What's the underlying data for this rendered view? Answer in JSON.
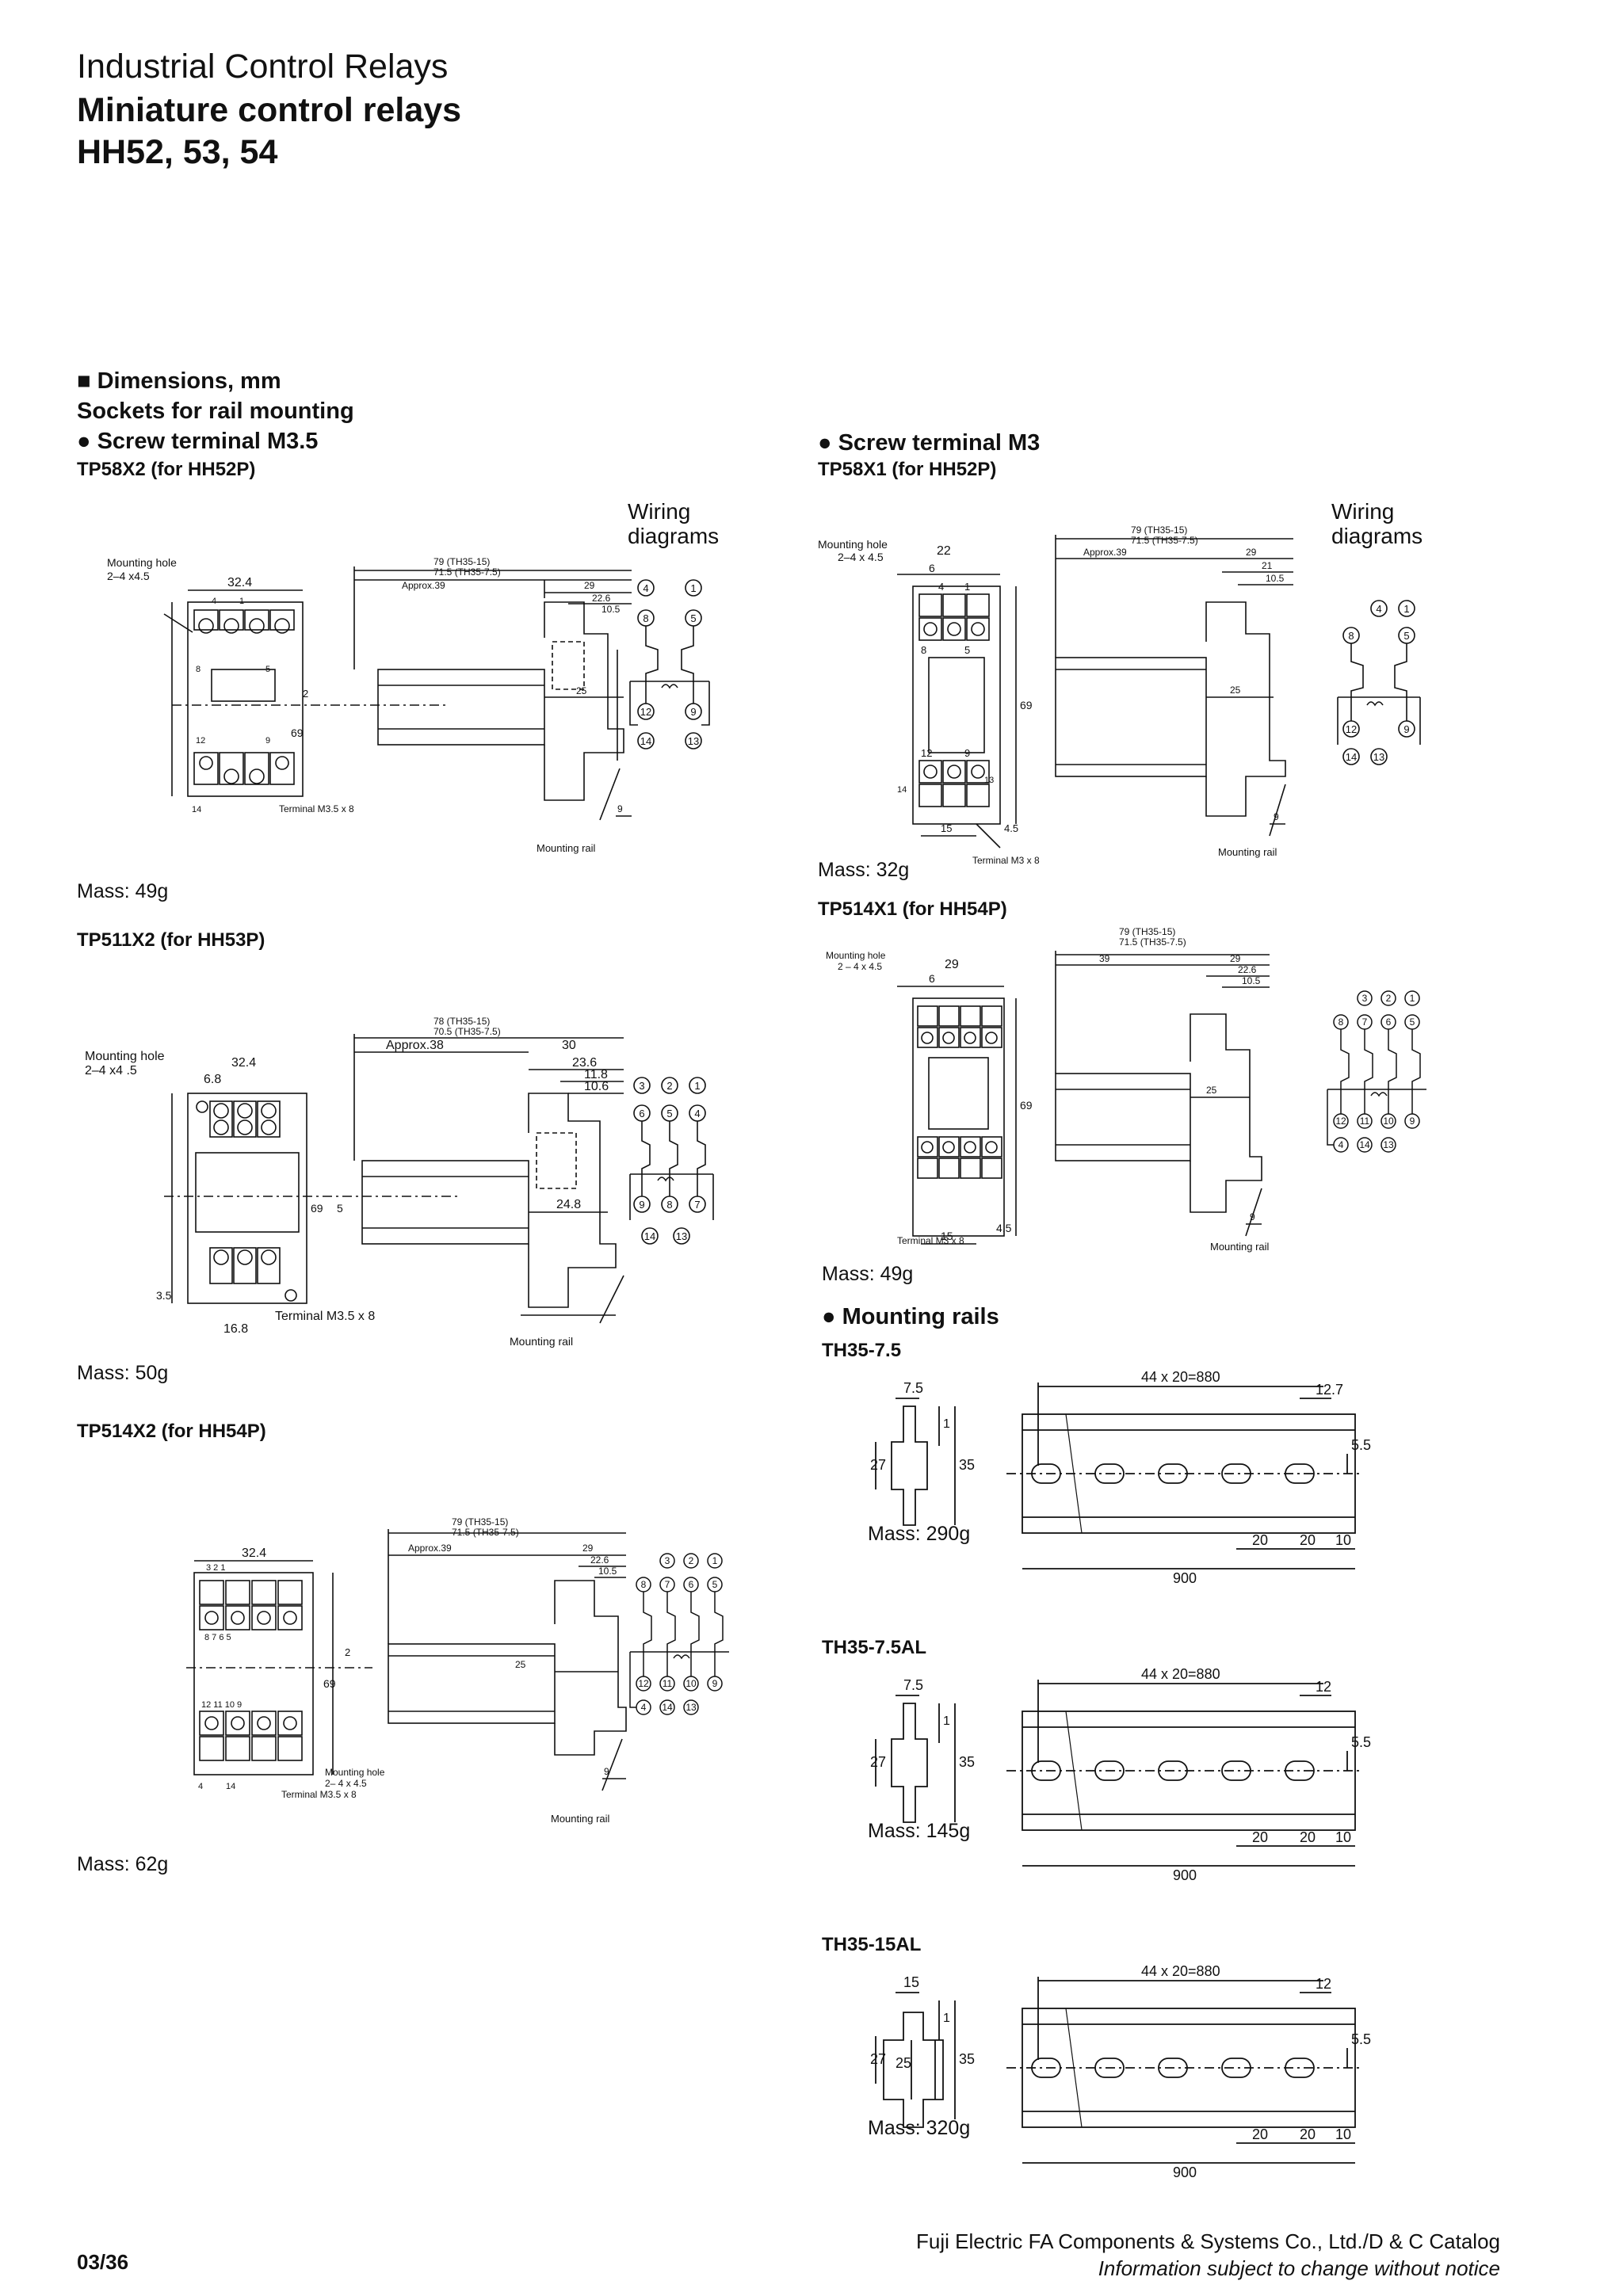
{
  "header": {
    "line1": "Industrial Control Relays",
    "line2": "Miniature control relays",
    "line3": "HH52, 53, 54"
  },
  "section": {
    "title": "■ Dimensions, mm",
    "subtitle": "Sockets for rail mounting"
  },
  "left": {
    "bullet": "● Screw terminal M3.5",
    "p1": {
      "name": "TP58X2 (for HH52P)",
      "mass": "Mass: 49g",
      "labels": {
        "mhole1": "Mounting hole",
        "mhole2": "2–4 x4.5",
        "w": "32.4",
        "top1": "79 (TH35-15)",
        "top2": "71.5 (TH35-7.5)",
        "approx": "Approx.39",
        "d29": "29",
        "d22": "22.6",
        "d10": "10.5",
        "d25": "25",
        "d2": "2",
        "d69": "69",
        "d9": "9",
        "term": "Terminal M3.5 x 8",
        "rail": "Mounting rail",
        "n14": "14",
        "n8": "8",
        "n5": "5",
        "n12": "12",
        "n9": "9",
        "n4": "4",
        "n1": "1"
      }
    },
    "p2": {
      "name": "TP511X2 (for HH53P)",
      "mass": "Mass: 50g",
      "labels": {
        "mhole1": "Mounting hole",
        "mhole2": "2–4 x4 .5",
        "w": "32.4",
        "d68": "6.8",
        "top1": "78 (TH35-15)",
        "top2": "70.5 (TH35-7.5)",
        "approx": "Approx.38",
        "d30": "30",
        "d23": "23.6",
        "d11": "11.8",
        "d106": "10.6",
        "d248": "24.8",
        "d5": "5",
        "d69": "69",
        "d35": "3.5",
        "d168": "16.8",
        "term": "Terminal M3.5 x 8",
        "rail": "Mounting rail"
      }
    },
    "p3": {
      "name": "TP514X2 (for HH54P)",
      "mass": "Mass: 62g",
      "labels": {
        "w": "32.4",
        "top1": "79 (TH35-15)",
        "top2": "71.5 (TH35-7.5)",
        "approx": "Approx.39",
        "d29": "29",
        "d22": "22.6",
        "d10": "10.5",
        "d25": "25",
        "d2": "2",
        "d69": "69",
        "d9": "9",
        "mhole1": "Mounting hole",
        "mhole2": "2– 4 x 4.5",
        "term": "Terminal M3.5 x 8",
        "rail": "Mounting rail",
        "nrow1": "3   2   1",
        "nrow2": "8   7   6   5",
        "nrow3": "12   11   10   9",
        "n4": "4",
        "n14": "14"
      }
    }
  },
  "right": {
    "bullet1": "● Screw terminal M3",
    "p1": {
      "name": "TP58X1 (for HH52P)",
      "mass": "Mass: 32g",
      "labels": {
        "mhole1": "Mounting hole",
        "mhole2": "2–4 x 4.5",
        "w22": "22",
        "d6": "6",
        "n4": "4",
        "n1": "1",
        "n8": "8",
        "n5": "5",
        "n12": "12",
        "n9": "9",
        "n14": "14",
        "n13": "13",
        "d69": "69",
        "d15": "15",
        "d45": "4.5",
        "term": "Terminal M3 x 8",
        "top1": "79 (TH35-15)",
        "top2": "71.5 (TH35-7.5)",
        "approx": "Approx.39",
        "d29": "29",
        "d21": "21",
        "d10": "10.5",
        "d25": "25",
        "d9": "9",
        "rail": "Mounting rail"
      }
    },
    "p2": {
      "name": "TP514X1 (for HH54P)",
      "mass": "Mass: 49g",
      "labels": {
        "mhole1": "Mounting hole",
        "mhole2": "2 – 4 x 4.5",
        "w29": "29",
        "d6": "6",
        "d69": "69",
        "d15": "15",
        "d45": "4.5",
        "term": "Terminal M3 x 8",
        "top1": "79 (TH35-15)",
        "top2": "71.5 (TH35-7.5)",
        "d39": "39",
        "d29": "29",
        "d22": "22.6",
        "d10": "10.5",
        "d25": "25",
        "d9": "9",
        "rail": "Mounting rail"
      }
    },
    "bullet2": "● Mounting rails",
    "rails": [
      {
        "name": "TH35-7.5",
        "mass": "Mass: 290g",
        "d_top": "7.5",
        "d_1": "1",
        "d27": "27",
        "d35": "35",
        "pitch": "44 x 20=880",
        "d_edge": "12.7",
        "d55": "5.5",
        "d20a": "20",
        "d20b": "20",
        "d10": "10",
        "d900": "900",
        "d25": ""
      },
      {
        "name": "TH35-7.5AL",
        "mass": "Mass: 145g",
        "d_top": "7.5",
        "d_1": "1",
        "d27": "27",
        "d35": "35",
        "pitch": "44 x 20=880",
        "d_edge": "12",
        "d55": "5.5",
        "d20a": "20",
        "d20b": "20",
        "d10": "10",
        "d900": "900",
        "d25": ""
      },
      {
        "name": "TH35-15AL",
        "mass": "Mass: 320g",
        "d_top": "15",
        "d_1": "1",
        "d27": "27",
        "d35": "35",
        "pitch": "44 x 20=880",
        "d_edge": "12",
        "d55": "5.5",
        "d20a": "20",
        "d20b": "20",
        "d10": "10",
        "d900": "900",
        "d25": "25"
      }
    ]
  },
  "wiring": {
    "title1": "Wiring",
    "title2": "diagrams"
  },
  "pins": {
    "w8": [
      "4",
      "1",
      "8",
      "5",
      "12",
      "9",
      "14",
      "13"
    ],
    "w11": [
      "3",
      "2",
      "1",
      "6",
      "5",
      "4",
      "9",
      "8",
      "7",
      "14",
      "13"
    ],
    "w14": [
      "3",
      "2",
      "1",
      "8",
      "7",
      "6",
      "5",
      "12",
      "11",
      "10",
      "9",
      "4",
      "14",
      "13"
    ]
  },
  "footer": {
    "page": "03/36",
    "company": "Fuji Electric FA Components & Systems Co., Ltd./D & C Catalog",
    "notice": "Information subject to change without notice"
  }
}
